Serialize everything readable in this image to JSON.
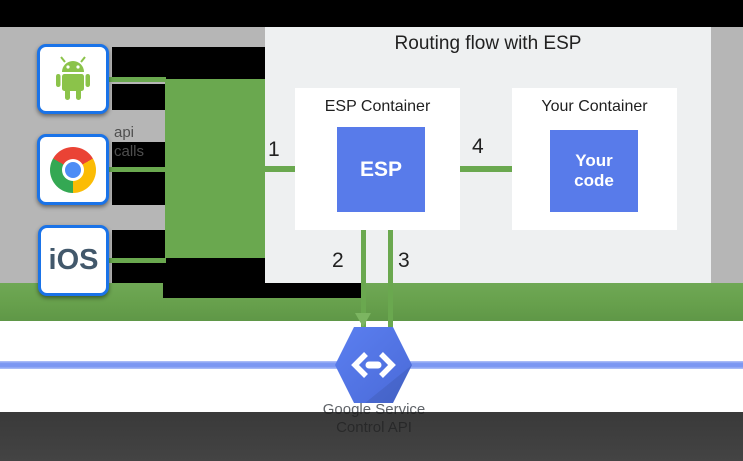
{
  "diagram": {
    "title": "Routing flow with ESP",
    "api_calls": {
      "line1": "api",
      "line2": "calls"
    },
    "clients": {
      "android": {
        "name": "android-client"
      },
      "chrome": {
        "name": "chrome-client"
      },
      "ios": {
        "label": "iOS"
      }
    },
    "esp_container": {
      "title": "ESP Container",
      "esp_label": "ESP"
    },
    "your_container": {
      "title": "Your Container",
      "code_line1": "Your",
      "code_line2": "code"
    },
    "steps": {
      "one": "1",
      "two": "2",
      "three": "3",
      "four": "4"
    },
    "service_control": {
      "line1": "Google Service",
      "line2": "Control API"
    },
    "colors": {
      "flow_green": "#6aa84f",
      "box_blue": "#587bea",
      "client_border_blue": "#1a73e8",
      "hexagon_blue": "#5273e0",
      "service_line_blue": "#7b97f2",
      "panel_gray": "#eef0f1",
      "backdrop_gray": "#b6b6b6",
      "bottom_band_gray": "#414141"
    }
  }
}
